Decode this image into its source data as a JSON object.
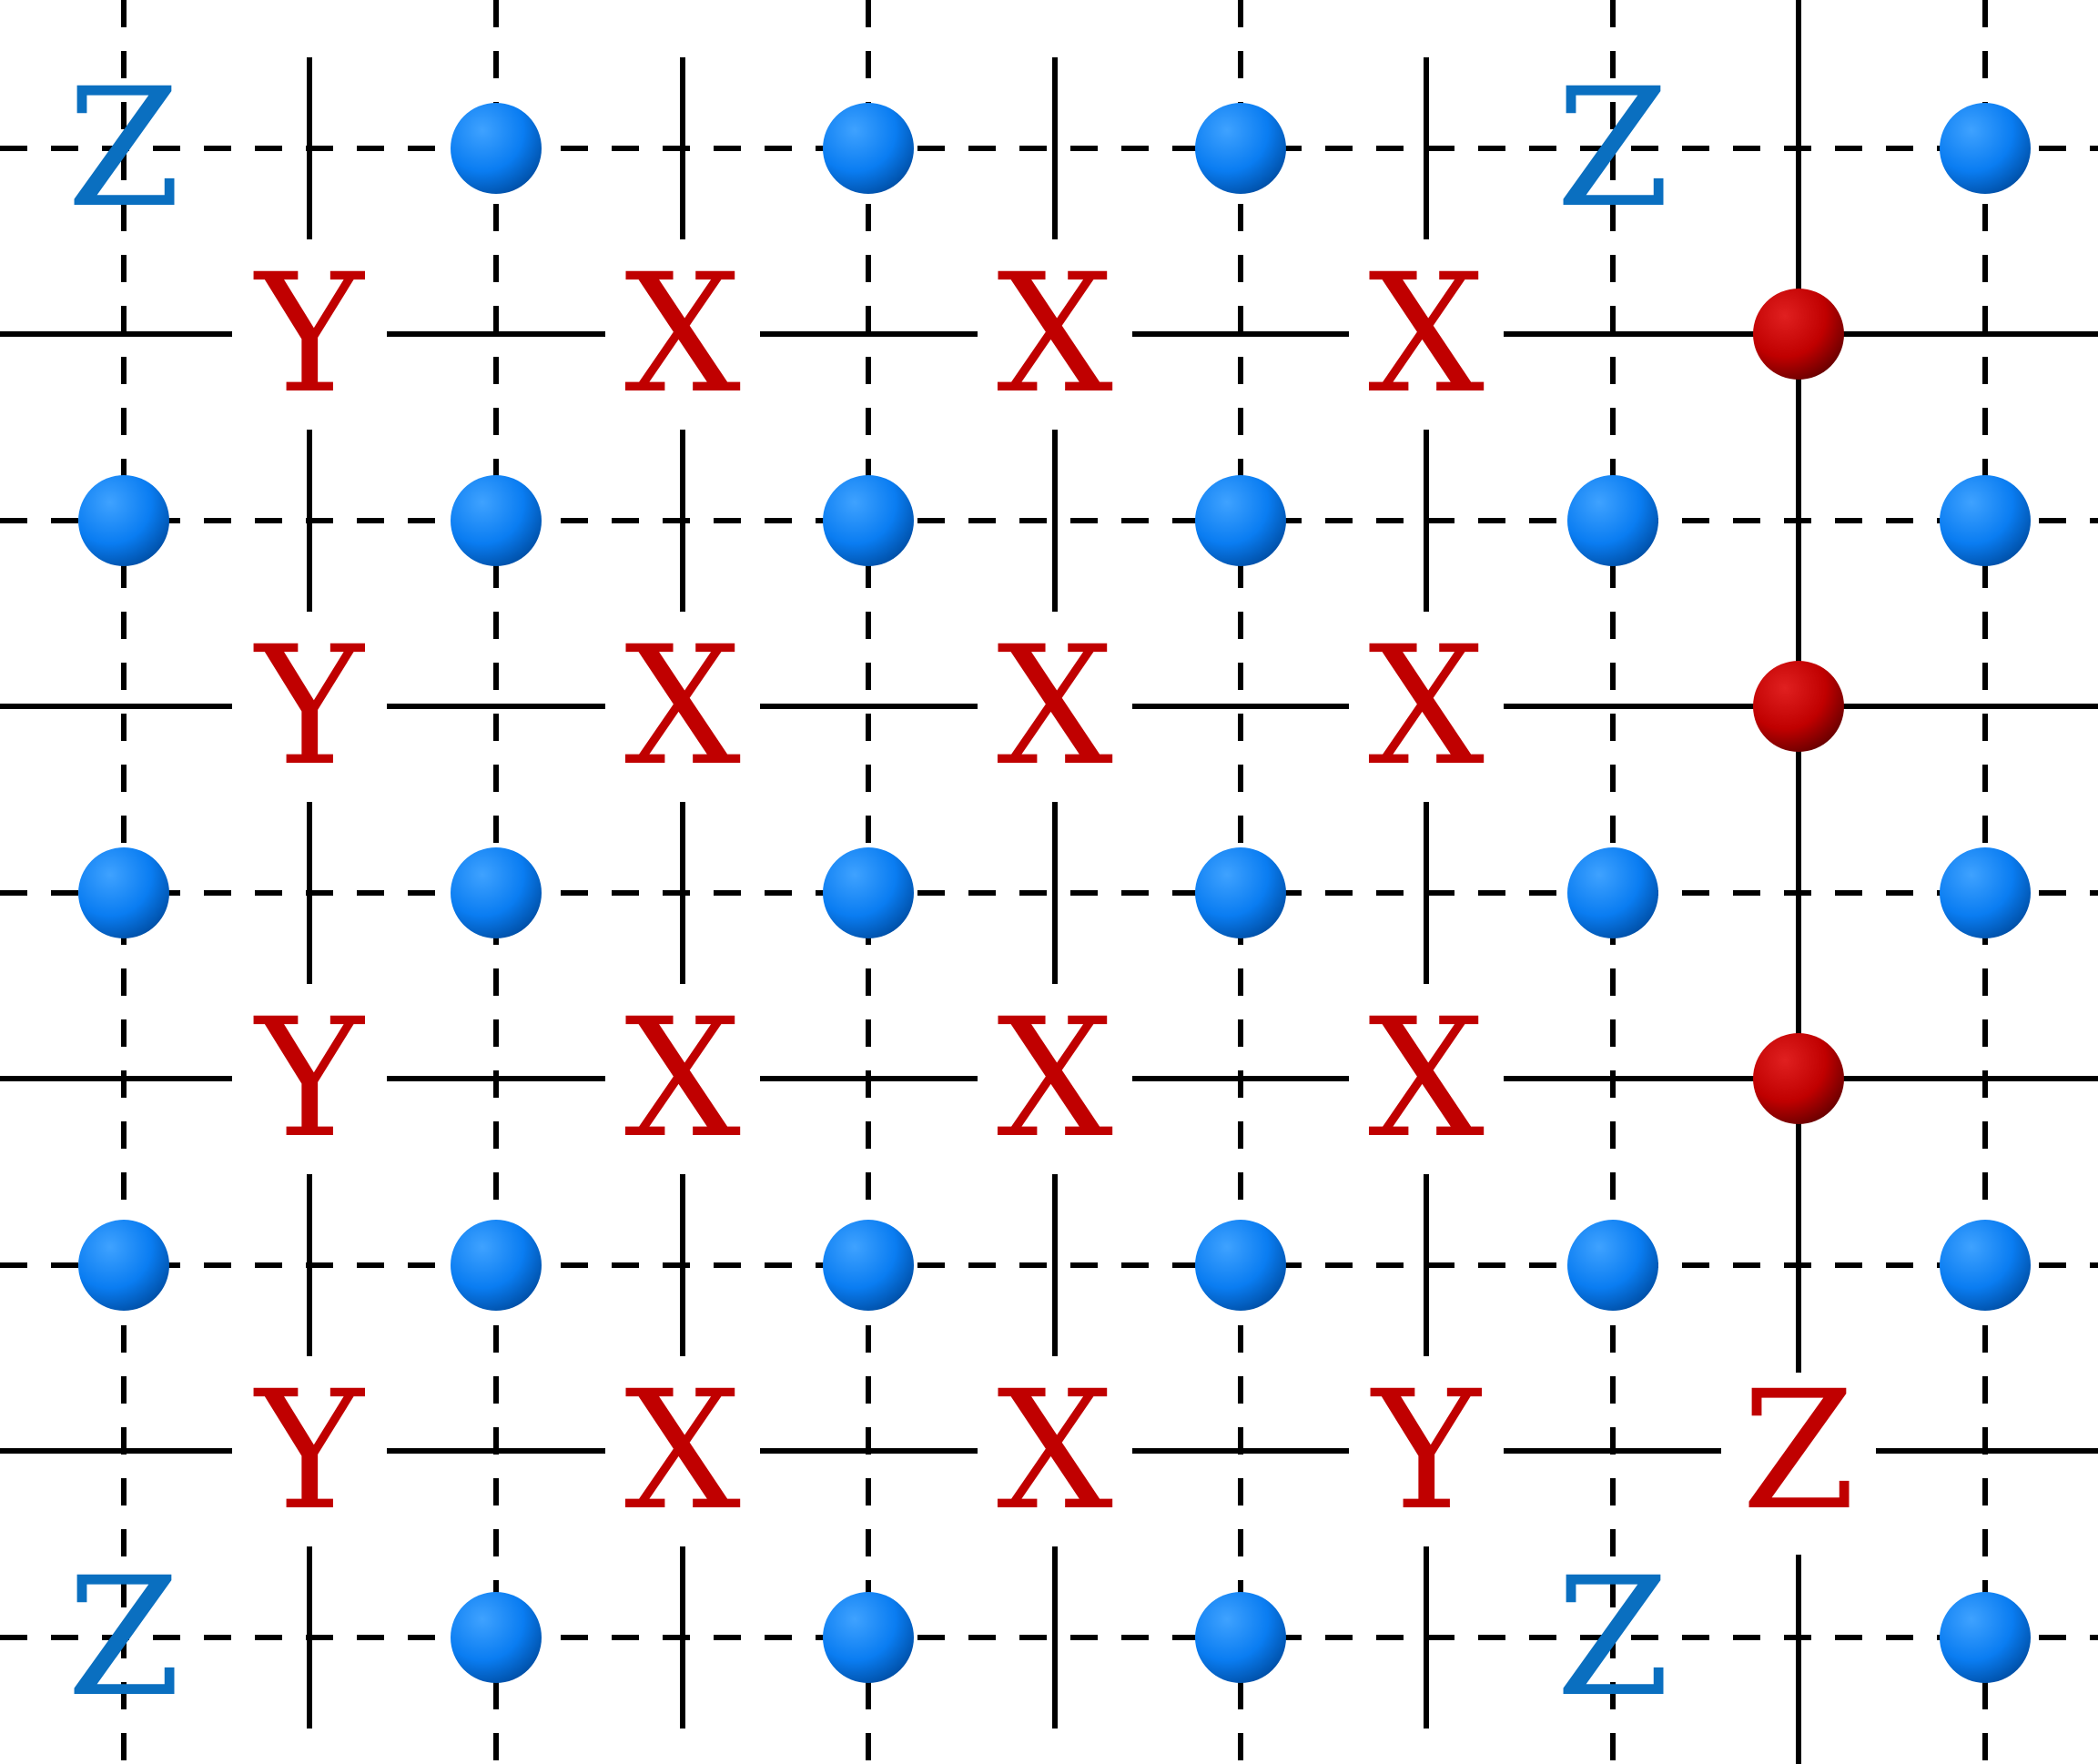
{
  "colors": {
    "background": "#ffffff",
    "line": "#000000",
    "blue_site": "#0a7df2",
    "red_site": "#c00000",
    "blue_label": "#0a6fc0",
    "red_label": "#c00000"
  },
  "lattice": {
    "columns": 11,
    "rows": 9,
    "solid_vertical_column": 9,
    "description_note": ""
  },
  "top_row_labels": [
    "Z",
    "",
    "",
    "",
    "",
    "",
    "",
    "",
    "Z",
    "",
    ""
  ],
  "bottom_row_labels": [
    "Z",
    "",
    "",
    "",
    "",
    "",
    "",
    "",
    "Z",
    "",
    ""
  ],
  "operator_rows": [
    [
      "Y",
      "X",
      "X",
      "X"
    ],
    [
      "Y",
      "X",
      "X",
      "X"
    ],
    [
      "Y",
      "X",
      "X",
      "X"
    ],
    [
      "Y",
      "X",
      "X",
      "Y",
      "Z"
    ]
  ],
  "red_sites_count": 3
}
